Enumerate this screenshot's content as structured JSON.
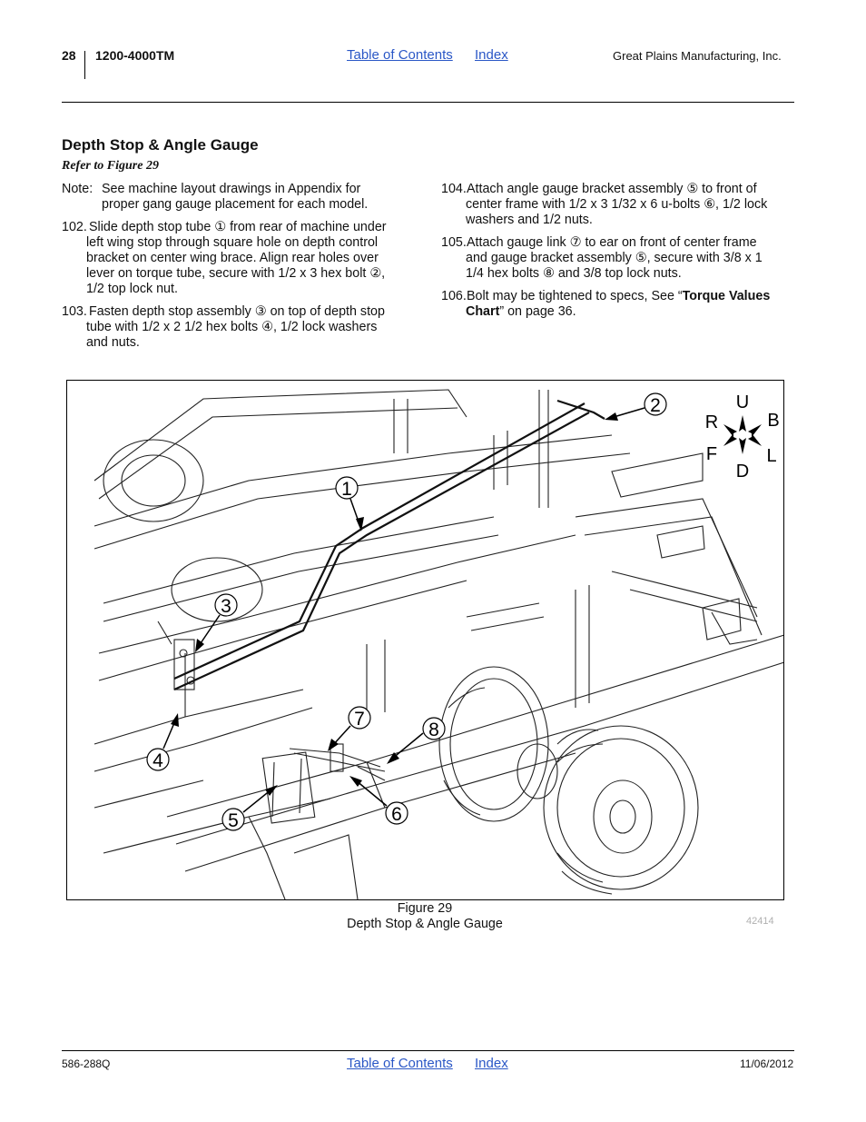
{
  "header": {
    "page_number": "28",
    "model": "1200-4000TM",
    "toc_link": "Table of Contents",
    "index_link": "Index",
    "company": "Great Plains Manufacturing, Inc."
  },
  "section": {
    "title": "Depth Stop & Angle Gauge",
    "refer": "Refer to Figure 29"
  },
  "left_column": [
    {
      "label": "Note:",
      "text": "See machine layout drawings in Appendix for proper gang gauge placement for each model."
    },
    {
      "label": "102.",
      "lines": [
        "Slide depth stop tube ① from rear of machine under",
        "left wing stop through square hole on depth control",
        "bracket on center wing brace. Align rear holes over",
        "lever on torque tube, secure with 1/2 x 3 hex bolt ②,",
        "1/2 top lock nut."
      ]
    },
    {
      "label": "103.",
      "lines": [
        "Fasten depth stop assembly ③ on top of depth stop",
        "tube with 1/2 x 2 1/2 hex bolts ④, 1/2 lock washers",
        "and nuts."
      ]
    }
  ],
  "note_lines": [
    "See machine layout drawings in Appendix for",
    "proper gang gauge placement for each model."
  ],
  "right_column": [
    {
      "label": "104.",
      "lines": [
        "Attach angle gauge bracket assembly ⑤ to front of",
        "center frame with 1/2 x 3 1/32 x 6 u-bolts ⑥, 1/2 lock",
        "washers and 1/2 nuts."
      ]
    },
    {
      "label": "105.",
      "lines": [
        "Attach gauge link ⑦ to ear on front of center frame",
        "and gauge bracket assembly ⑤, secure with 3/8 x 1",
        "1/4 hex bolts ⑧ and 3/8 top lock nuts."
      ]
    },
    {
      "label": "106.",
      "line1_pre": "Bolt may be tightened to specs, See “",
      "line1_bold": "Torque Values",
      "line2_bold": "Chart",
      "line2_post": "” on page 36."
    }
  ],
  "figure": {
    "callouts": [
      "1",
      "2",
      "3",
      "4",
      "5",
      "6",
      "7",
      "8"
    ],
    "compass": {
      "up": "U",
      "down": "D",
      "right_top": "B",
      "left_top": "R",
      "left_bottom": "F",
      "right_bottom": "L"
    },
    "caption_number": "Figure 29",
    "caption_title": "Depth Stop & Angle Gauge",
    "figure_id": "42414"
  },
  "footer": {
    "doc_number": "586-288Q",
    "toc_link": "Table of Contents",
    "index_link": "Index",
    "date": "11/06/2012"
  }
}
